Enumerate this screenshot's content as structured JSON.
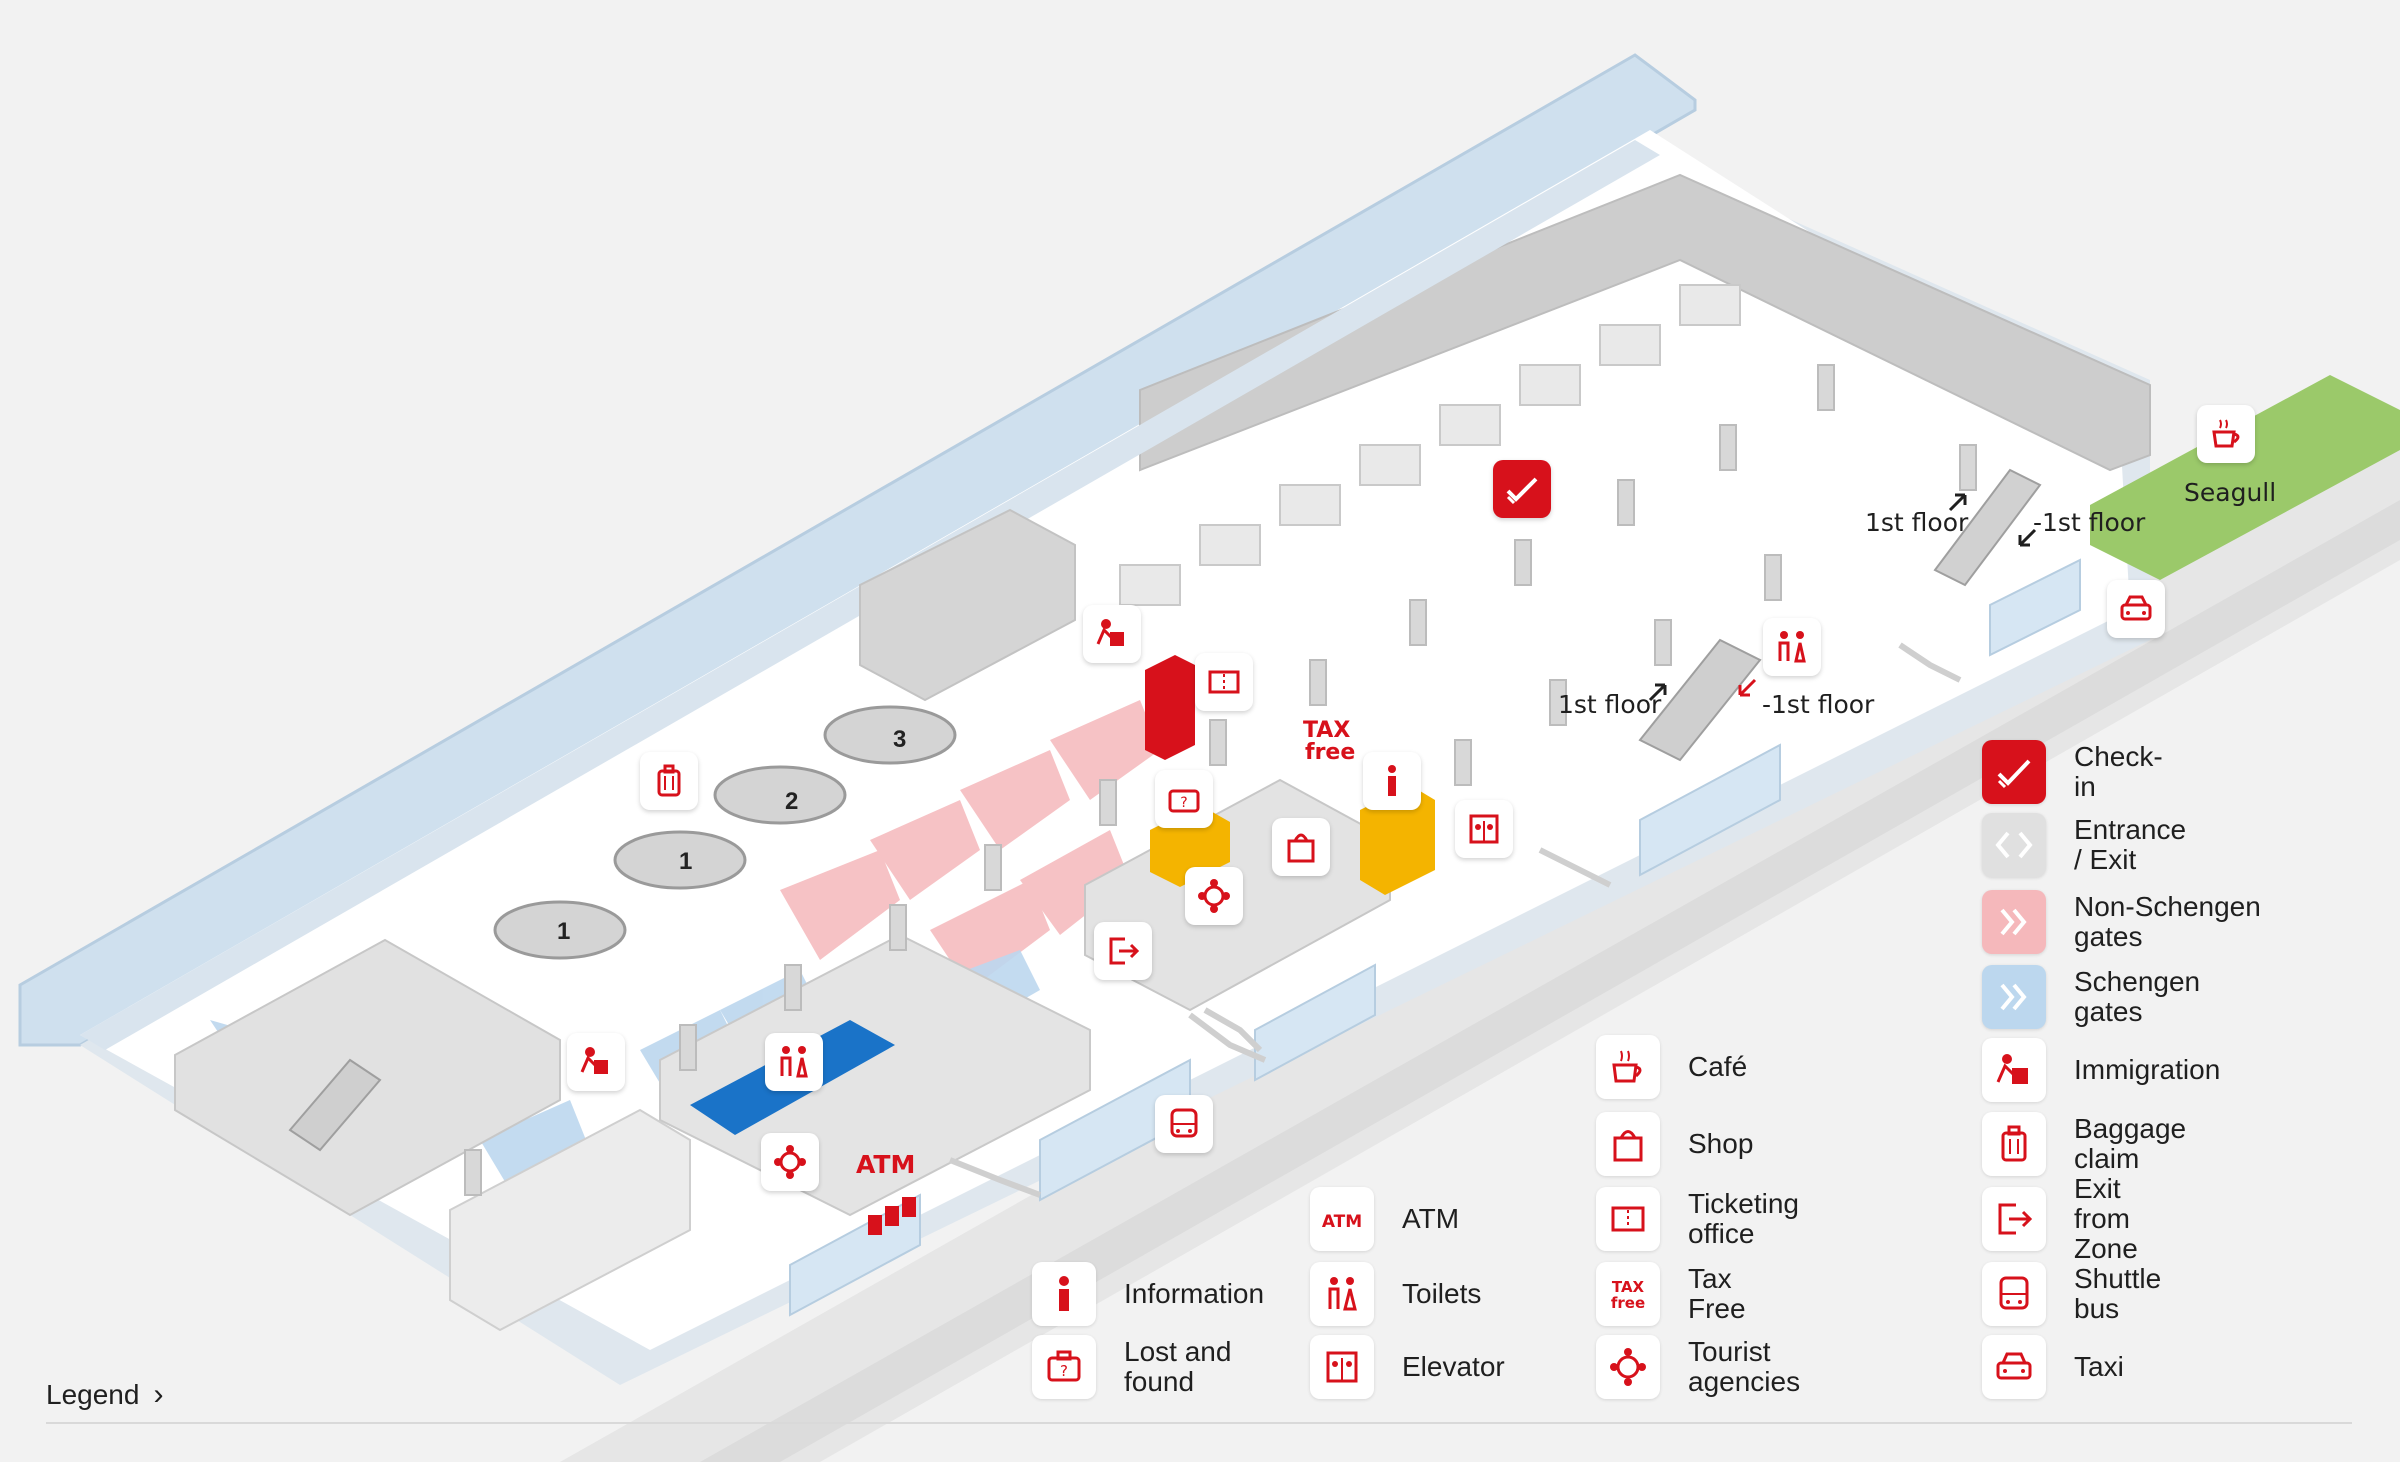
{
  "map_labels": {
    "first_floor_a": "1st floor",
    "minus_first_floor_a": "-1st floor",
    "first_floor_b": "1st floor",
    "minus_first_floor_b": "-1st floor",
    "seagull": "Seagull",
    "atm_map": "ATM",
    "tax_map": "TAX",
    "free_map": "free"
  },
  "carousels": [
    "1",
    "1",
    "2",
    "3"
  ],
  "legend_toggle": {
    "label": "Legend",
    "chevron": "›"
  },
  "legend": [
    {
      "key": "information",
      "label": "Information",
      "icon": "info-icon"
    },
    {
      "key": "lost-found",
      "label": "Lost and found",
      "icon": "lost-found-icon"
    },
    {
      "key": "atm",
      "label": "ATM",
      "icon": "atm-icon"
    },
    {
      "key": "toilets",
      "label": "Toilets",
      "icon": "toilets-icon"
    },
    {
      "key": "elevator",
      "label": "Elevator",
      "icon": "elevator-icon"
    },
    {
      "key": "cafe",
      "label": "Café",
      "icon": "cafe-icon"
    },
    {
      "key": "shop",
      "label": "Shop",
      "icon": "shop-icon"
    },
    {
      "key": "ticketing",
      "label": "Ticketing office",
      "icon": "ticket-icon"
    },
    {
      "key": "taxfree",
      "label": "Tax Free",
      "icon": "taxfree-icon"
    },
    {
      "key": "tourist",
      "label": "Tourist agencies",
      "icon": "tourist-icon"
    },
    {
      "key": "checkin",
      "label": "Check-in",
      "icon": "checkin-icon"
    },
    {
      "key": "entrance",
      "label": "Entrance / Exit",
      "icon": "entrance-icon"
    },
    {
      "key": "nonschengen",
      "label": "Non-Schengen gates",
      "icon": "non-schengen-icon"
    },
    {
      "key": "schengen",
      "label": "Schengen gates",
      "icon": "schengen-icon"
    },
    {
      "key": "immigration",
      "label": "Immigration",
      "icon": "immigration-icon"
    },
    {
      "key": "baggage",
      "label": "Baggage claim",
      "icon": "baggage-icon"
    },
    {
      "key": "exitzone",
      "label": "Exit from Zone",
      "icon": "exit-icon"
    },
    {
      "key": "shuttle",
      "label": "Shuttle bus",
      "icon": "shuttle-icon"
    },
    {
      "key": "taxi",
      "label": "Taxi",
      "icon": "taxi-icon"
    }
  ],
  "colors": {
    "accent": "#d7111b",
    "schengen": "#a9cde9",
    "non_schengen": "#f5b8bb",
    "floor": "#ffffff",
    "wall": "#c9c9c9",
    "green": "#9bc96a",
    "yellow": "#f4b400",
    "blue": "#1a73c8"
  }
}
